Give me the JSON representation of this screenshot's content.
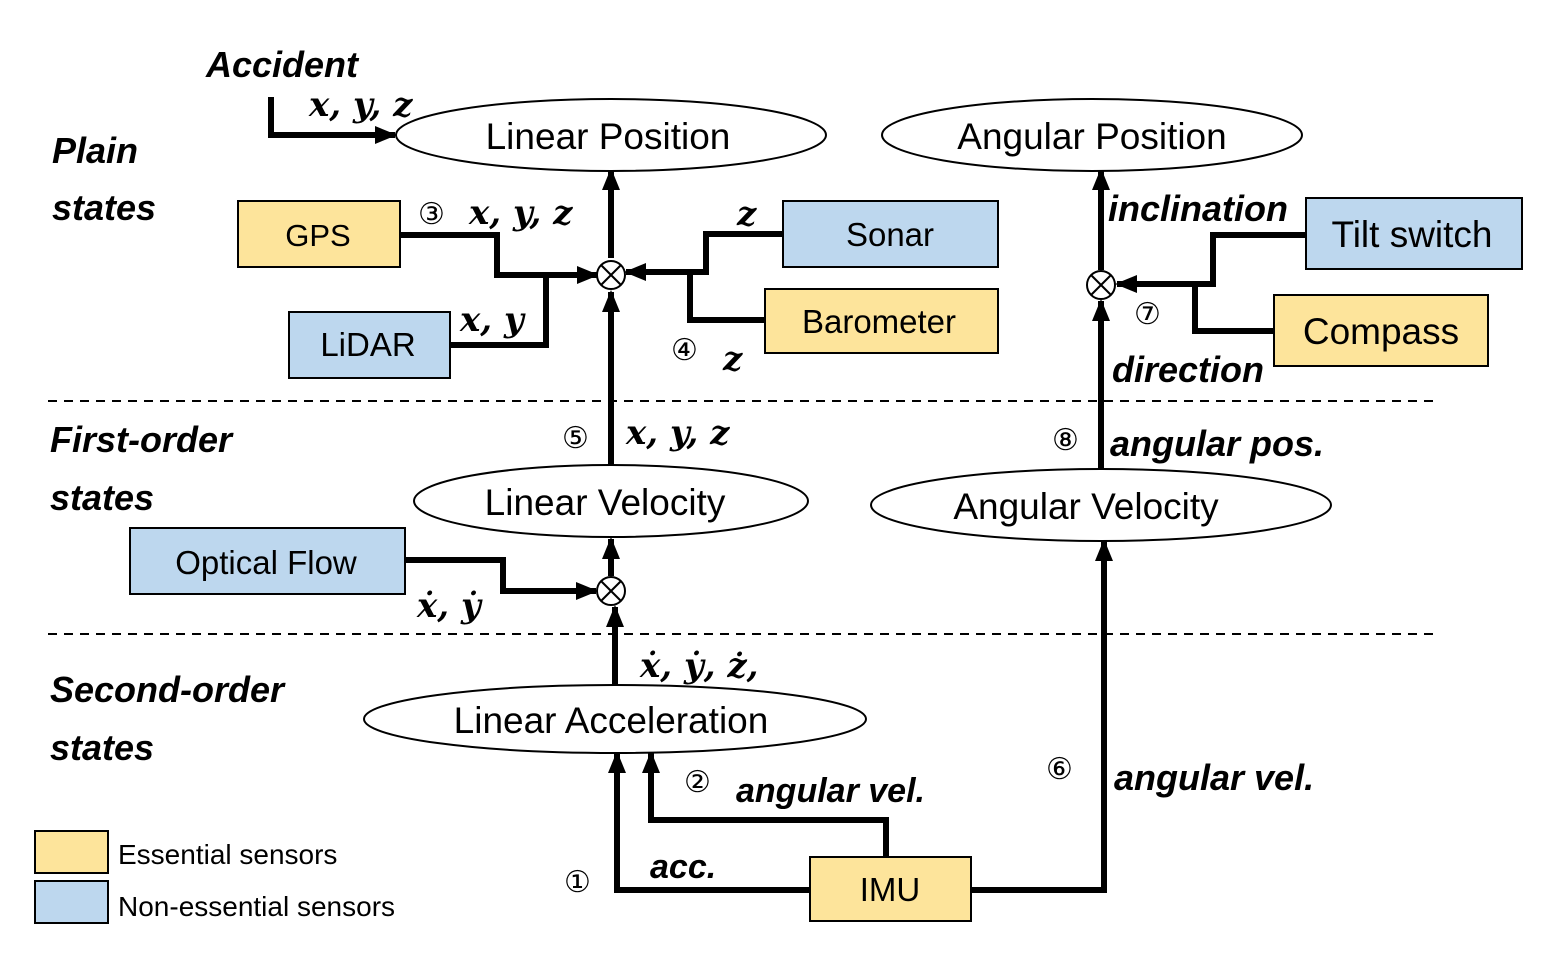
{
  "colors": {
    "essential": "#fde49b",
    "non_essential": "#bdd7ee",
    "stroke": "#000000"
  },
  "tiers": {
    "plain": [
      "Plain",
      "states"
    ],
    "first": [
      "First-order",
      "states"
    ],
    "second": [
      "Second-order",
      "states"
    ]
  },
  "states": {
    "linear_position": "Linear Position",
    "angular_position": "Angular Position",
    "linear_velocity": "Linear Velocity",
    "angular_velocity": "Angular Velocity",
    "linear_acceleration": "Linear Acceleration"
  },
  "sensors": {
    "gps": "GPS",
    "lidar": "LiDAR",
    "sonar": "Sonar",
    "barometer": "Barometer",
    "tilt_switch": "Tilt switch",
    "compass": "Compass",
    "optical_flow": "Optical Flow",
    "imu": "IMU"
  },
  "labels": {
    "accident": "Accident",
    "accident_xyz": "x, y, z",
    "gps_xyz": "x, y, z",
    "lidar_xy": "x, y",
    "sonar_z": "z",
    "barometer_z": "z",
    "vel_to_pos_xyz": "x, y, z",
    "optical_xy_dot": "ẋ, ẏ",
    "acc_to_vel": "ẋ, ẏ, ż,",
    "inclination": "inclination",
    "direction": "direction",
    "angular_pos": "angular pos.",
    "angular_vel_imu": "angular vel.",
    "angular_vel_right": "angular vel.",
    "acc": "acc."
  },
  "markers": {
    "m1": "①",
    "m2": "②",
    "m3": "③",
    "m4": "④",
    "m5": "⑤",
    "m6": "⑥",
    "m7": "⑦",
    "m8": "⑧"
  },
  "legend": {
    "essential": "Essential sensors",
    "non_essential": "Non-essential sensors"
  }
}
